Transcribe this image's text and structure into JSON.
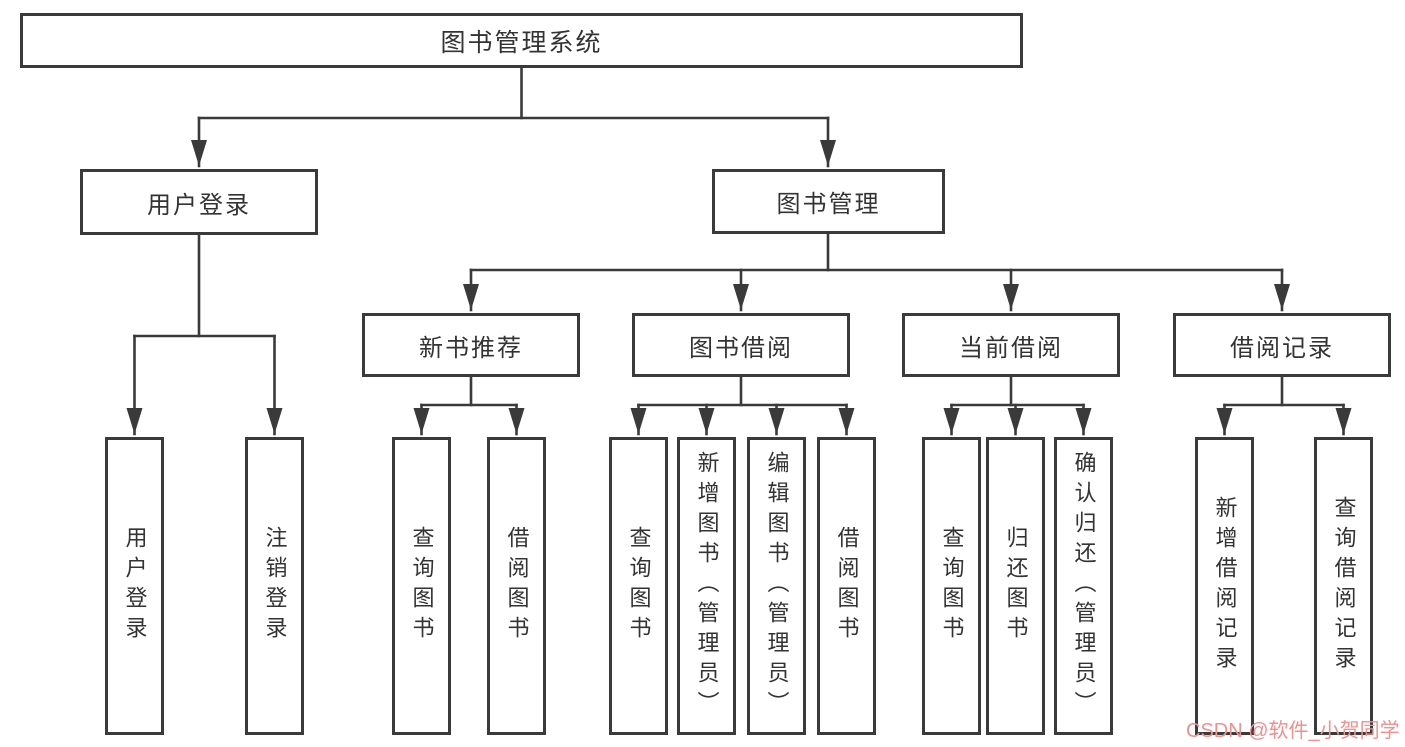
{
  "tree": {
    "root": "图书管理系统",
    "l2": {
      "login": "用户登录",
      "mgmt": "图书管理"
    },
    "l3": {
      "recommend": "新书推荐",
      "borrow": "图书借阅",
      "current": "当前借阅",
      "record": "借阅记录"
    },
    "leaves": {
      "user_login": "用户登录",
      "user_logout": "注销登录",
      "recommend_query": "查询图书",
      "recommend_borrow": "借阅图书",
      "borrow_query": "查询图书",
      "borrow_add": "新增图书（管理员）",
      "borrow_edit": "编辑图书（管理员）",
      "borrow_borrow": "借阅图书",
      "current_query": "查询图书",
      "current_return": "归还图书",
      "current_confirm": "确认归还（管理员）",
      "record_add": "新增借阅记录",
      "record_query": "查询借阅记录"
    }
  },
  "watermark": {
    "text": "CSDN @软件_小贺同学"
  },
  "colors": {
    "line": "#3a3a3a",
    "text": "#333333",
    "watermark": "#f0908f",
    "background": "#ffffff"
  }
}
